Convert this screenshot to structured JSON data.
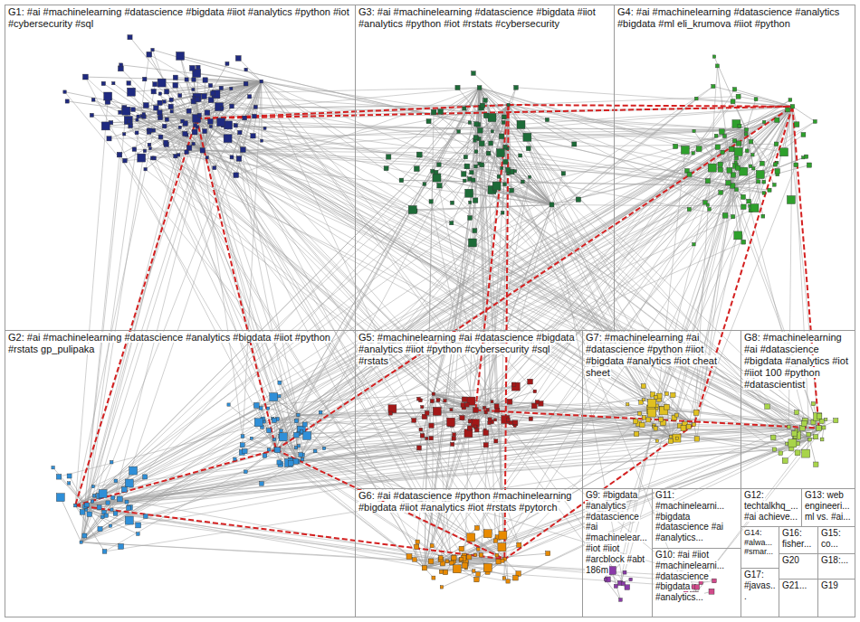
{
  "diagram": {
    "nodes": [
      {
        "text": [
          "G1: #ai #machinelearning #datascience #bigdata #iiot #analytics #python #iot #cybersecurity #sql"
        ]
      },
      {
        "text": [
          "G3: #ai #machinelearning #datascience #bigdata #iiot #analytics #python #iot #rstats #cybersecurity"
        ]
      },
      {
        "text": [
          "G4: #ai #machinelearning #datascience #analytics #bigdata #ml eli_krumova #iiot #python"
        ]
      },
      {
        "text": [
          "G2: #ai #machinelearning #datascience #analytics #bigdata #iiot #python #rstats gp_pulipaka"
        ]
      },
      {
        "text": [
          "G5: #machinelearning #ai #datascience #bigdata #analytics #iiot #python #cybersecurity #sql #rstats"
        ]
      },
      {
        "text": [
          "G7: #machinelearning #ai #datascience #python #iiot #bigdata #analytics #iot cheat sheet"
        ]
      },
      {
        "text": [
          "G8: #machinelearning #ai #datascience #bigdata #analytics #iot #iiot 100 #python #datascientist"
        ]
      },
      {
        "text": [
          "G6: #ai #datascience #python #machinelearning #bigdata #iiot #analytics #iot #rstats #pytorch"
        ]
      },
      {
        "text": [
          "G9: #bigdata #analytics #datascience #ai #machinelear... #iot #iiot #arcblock #abt 186m"
        ]
      },
      {
        "text": [
          "G11: #machinelearni... #bigdata #datascience #ai #analytics..."
        ]
      },
      {
        "text": [
          "G12: techtalkhq_... #ai achieve..."
        ]
      },
      {
        "text": [
          "G13: web engineeri... ml vs. #ai..."
        ]
      },
      {
        "text": [
          "G10: #ai #iiot #machinelearni... #datascience #bigdata #analytics..."
        ]
      },
      {
        "text": [
          "G14: #alwa... #smar..."
        ]
      },
      {
        "text": [
          "G16: fisher..."
        ]
      },
      {
        "text": [
          "G15: co..."
        ]
      },
      {
        "text": [
          "G20"
        ]
      },
      {
        "text": [
          "G18:..."
        ]
      },
      {
        "text": [
          "G17: #javas..."
        ]
      },
      {
        "text": [
          "G21..."
        ]
      },
      {
        "text": [
          "G19"
        ]
      }
    ]
  }
}
